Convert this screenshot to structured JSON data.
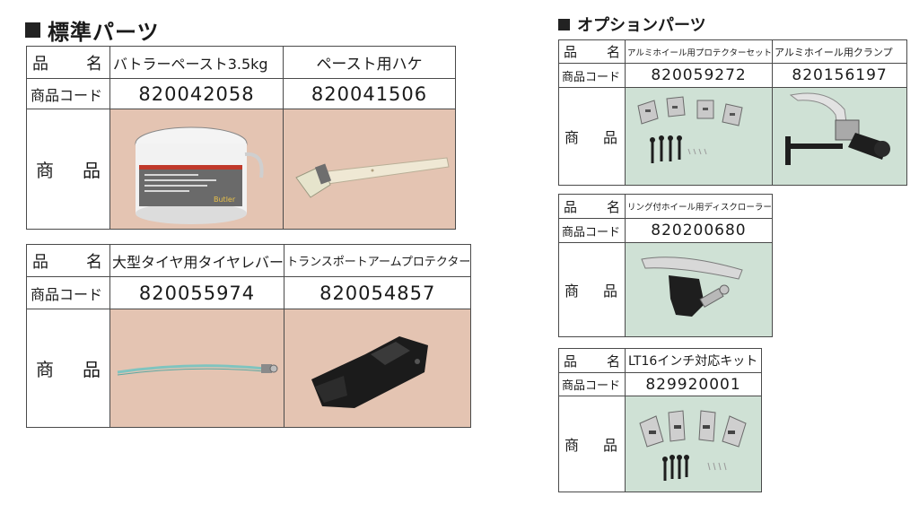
{
  "standard": {
    "title": "標準パーツ",
    "labels": {
      "name_a": "品",
      "name_b": "名",
      "code": "商品コード",
      "prod_a": "商",
      "prod_b": "品"
    },
    "row1": [
      {
        "name": "バトラーペースト3.5kg",
        "code": "820042058",
        "image": "paste-tub",
        "brand_text": "Butler"
      },
      {
        "name": "ペースト用ハケ",
        "code": "820041506",
        "image": "paste-brush"
      }
    ],
    "row2": [
      {
        "name": "大型タイヤ用タイヤレバー",
        "code": "820055974",
        "image": "tire-lever"
      },
      {
        "name": "トランスポートアームプロテクター",
        "code": "820054857",
        "image": "arm-protector"
      }
    ]
  },
  "options": {
    "title": "オプションパーツ",
    "labels": {
      "name_a": "品",
      "name_b": "名",
      "code": "商品コード",
      "prod_a": "商",
      "prod_b": "品"
    },
    "group1": [
      {
        "name": "アルミホイール用プロテクターセット",
        "code": "820059272",
        "image": "protector-set"
      },
      {
        "name": "アルミホイール用クランプ",
        "code": "820156197",
        "image": "wheel-clamp"
      }
    ],
    "group2": [
      {
        "name": "リング付ホイール用ディスクローラー",
        "code": "820200680",
        "image": "disc-roller"
      }
    ],
    "group3": [
      {
        "name": "LT16インチ対応キット",
        "code": "829920001",
        "image": "lt16-kit"
      }
    ]
  },
  "colors": {
    "beige": "#e4c4b2",
    "green": "#cfe1d5",
    "border": "#4a4a4a"
  }
}
